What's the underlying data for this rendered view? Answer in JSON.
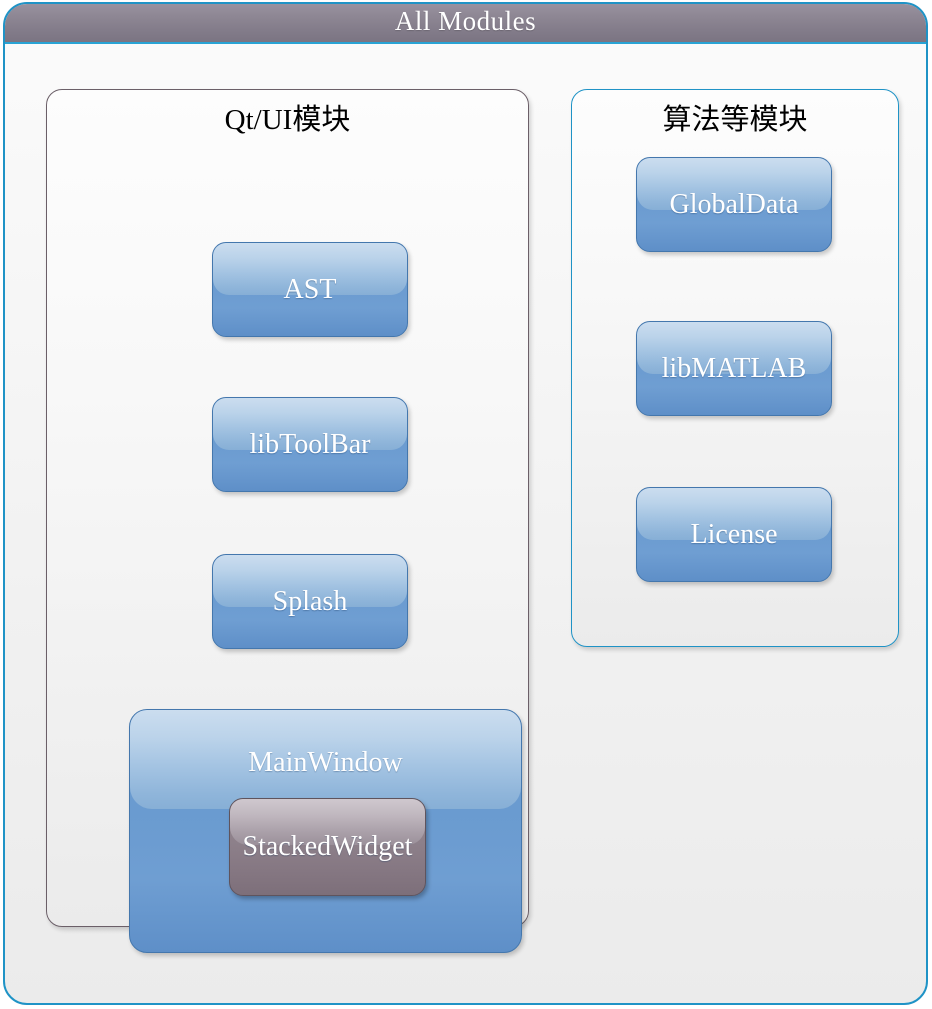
{
  "window": {
    "title": "All Modules",
    "border_color": "#1f93c6",
    "title_bar_gradient_top": "#9a93a2",
    "title_bar_gradient_bottom": "#7b7482",
    "body_background": "#f2f2f2"
  },
  "groups": [
    {
      "id": "qtui",
      "title": "Qt/UI模块",
      "border_color": "#6b5f68",
      "modules": [
        {
          "label": "AST",
          "color": "#6a9bd0"
        },
        {
          "label": "libToolBar",
          "color": "#6a9bd0"
        },
        {
          "label": "Splash",
          "color": "#6a9bd0"
        },
        {
          "label": "MainWindow",
          "color": "#6a9bd0",
          "children": [
            {
              "label": "StackedWidget",
              "color": "#8d808a"
            }
          ]
        }
      ]
    },
    {
      "id": "algo",
      "title": "算法等模块",
      "border_color": "#1f93c6",
      "modules": [
        {
          "label": "GlobalData",
          "color": "#6a9bd0"
        },
        {
          "label": "libMATLAB",
          "color": "#6a9bd0"
        },
        {
          "label": "License",
          "color": "#6a9bd0"
        }
      ]
    }
  ]
}
